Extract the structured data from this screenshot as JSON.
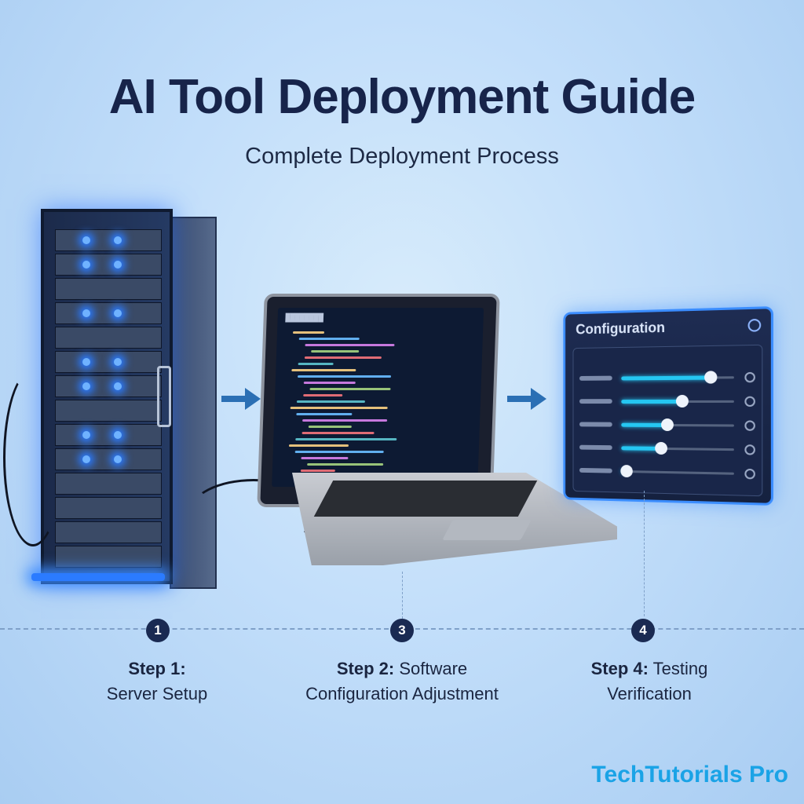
{
  "title": "AI Tool Deployment Guide",
  "subtitle": "Complete Deployment Process",
  "laptop": {
    "screen_title": "████████"
  },
  "config_panel": {
    "title": "Configuration",
    "sliders": [
      {
        "level": 0.8
      },
      {
        "level": 0.55
      },
      {
        "level": 0.42
      },
      {
        "level": 0.36
      },
      {
        "level": 0.05
      }
    ]
  },
  "steps": [
    {
      "number": "1",
      "prefix": "Step 1:",
      "rest": "",
      "line2": "Server Setup"
    },
    {
      "number": "3",
      "prefix": "Step 2:",
      "rest": " Software",
      "line2": "Configuration Adjustment"
    },
    {
      "number": "4",
      "prefix": "Step 4:",
      "rest": " Testing",
      "line2": "Verification"
    }
  ],
  "brand": "TechTutorials Pro",
  "colors": {
    "accent": "#2b7bff",
    "brand": "#1aa3e6",
    "dark": "#17244a"
  }
}
